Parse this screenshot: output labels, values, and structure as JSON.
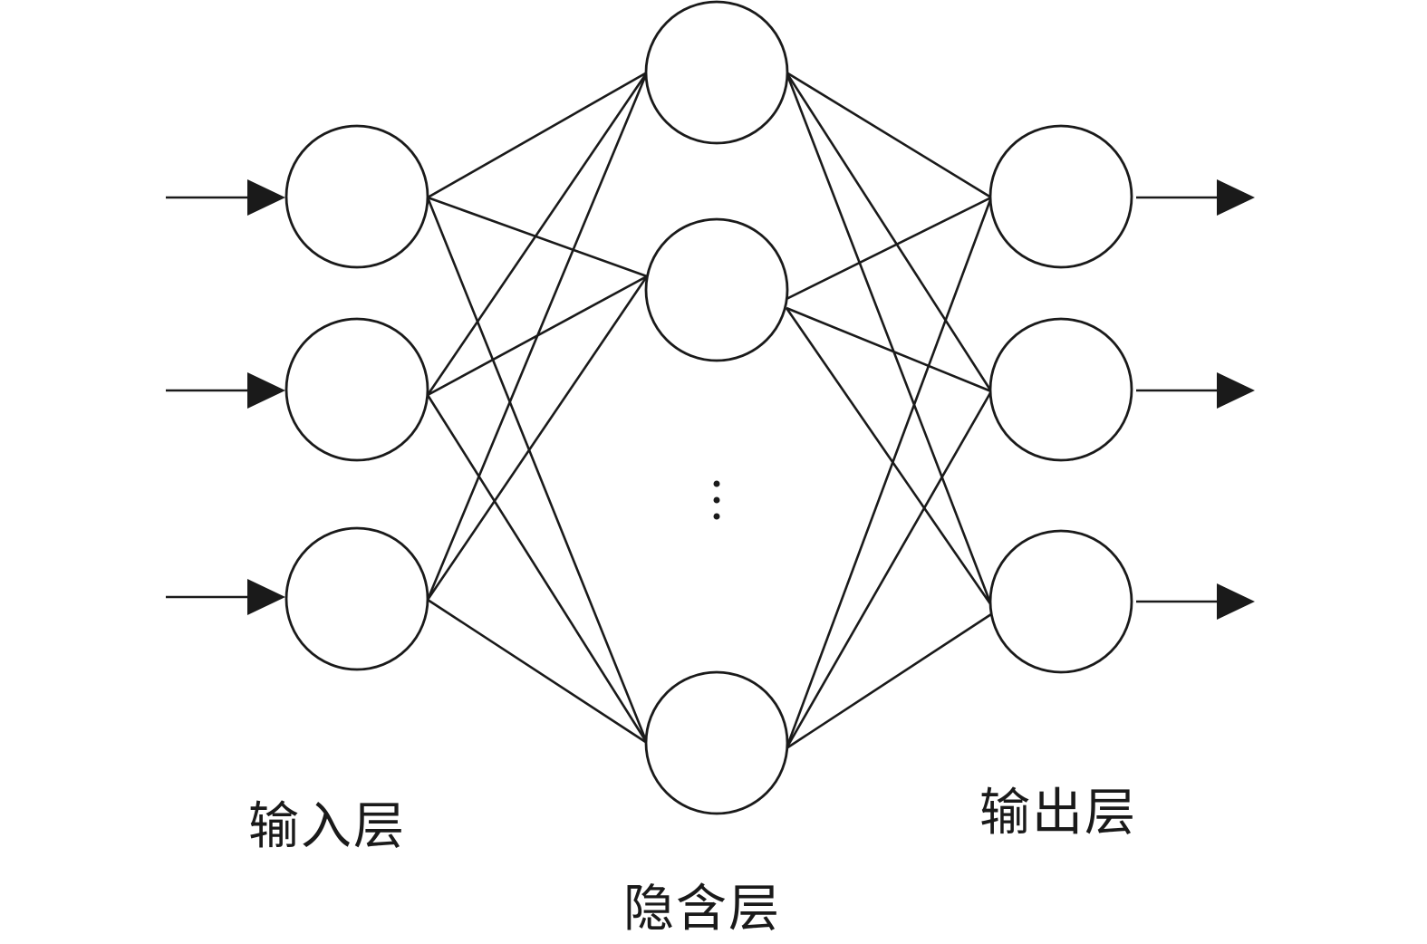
{
  "labels": {
    "input_layer": "输入层",
    "hidden_layer": "隐含层",
    "output_layer": "输出层"
  },
  "layers": {
    "input": {
      "node_count": 3
    },
    "hidden": {
      "node_count_shown": 3,
      "ellipsis": true
    },
    "output": {
      "node_count": 3
    }
  },
  "connectivity": "fully-connected",
  "colors": {
    "stroke": "#1a1a1a",
    "background": "#ffffff"
  }
}
